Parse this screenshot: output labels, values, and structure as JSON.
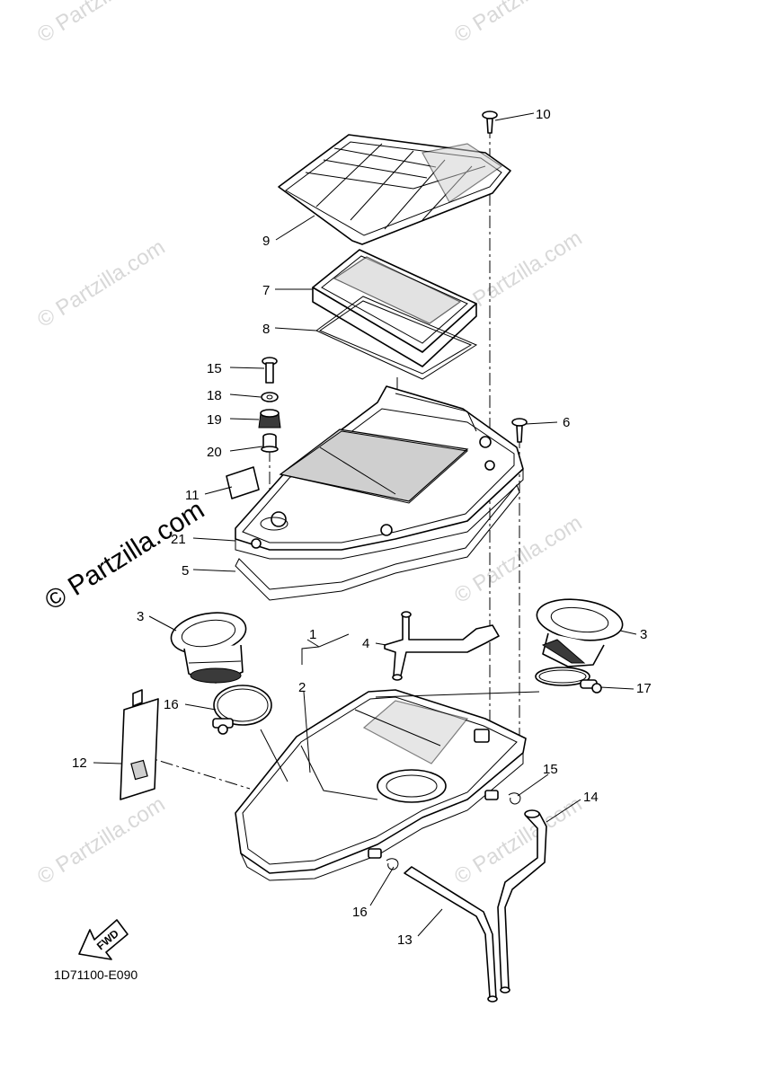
{
  "watermark": {
    "text": "© Partzilla.com",
    "color": "#d8d8d8"
  },
  "diagram_code": "1D71100-E090",
  "direction_label": "FWD",
  "callouts": [
    "1",
    "2",
    "3",
    "3",
    "4",
    "5",
    "6",
    "7",
    "8",
    "9",
    "10",
    "11",
    "12",
    "13",
    "14",
    "15",
    "15",
    "16",
    "16",
    "17",
    "18",
    "19",
    "20",
    "21"
  ]
}
